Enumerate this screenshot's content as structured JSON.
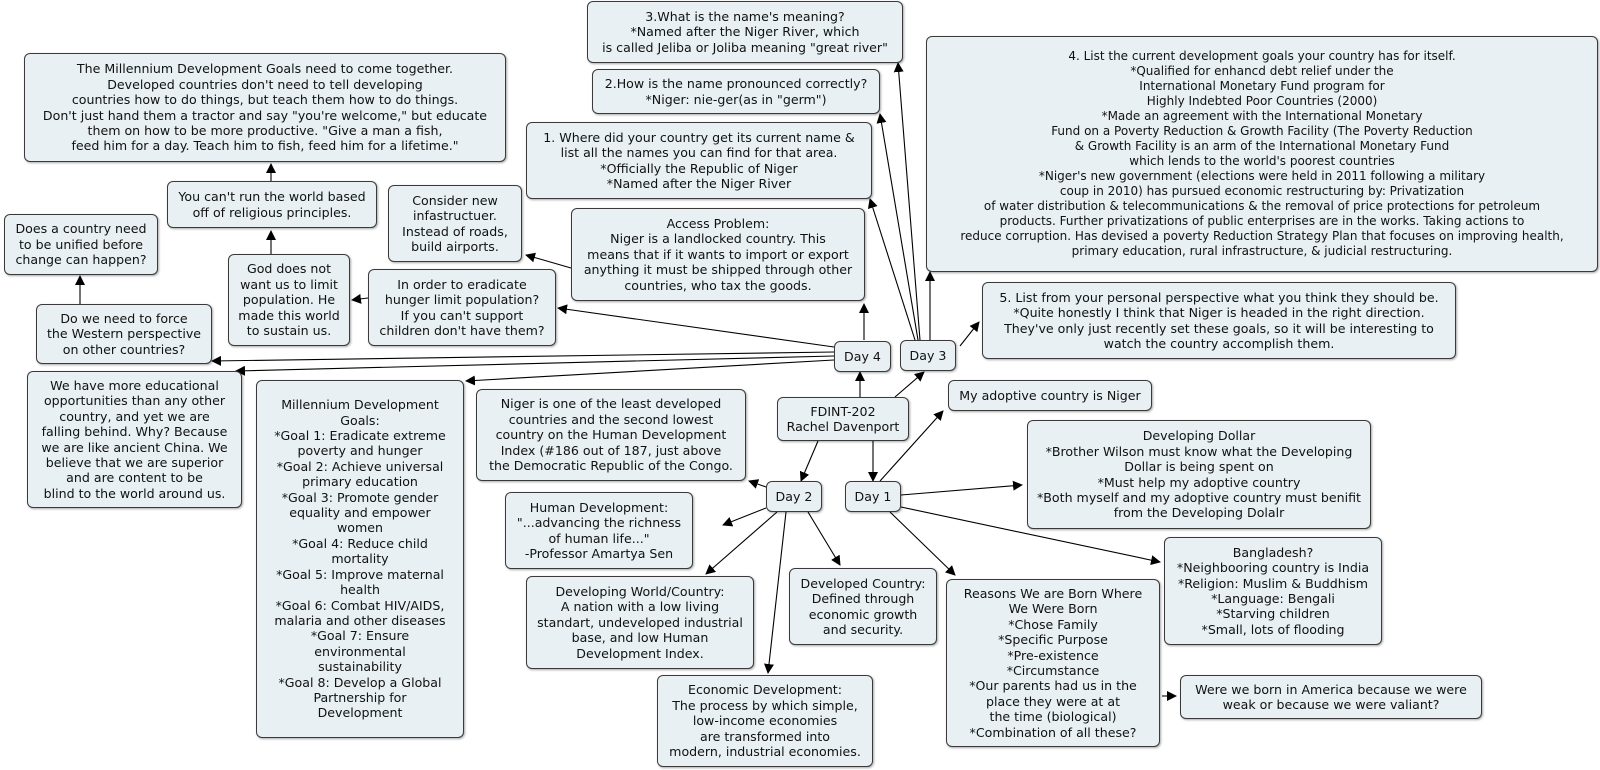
{
  "nodes": {
    "center": [
      "FDINT-202",
      "Rachel Davenport"
    ],
    "day1": [
      "Day 1"
    ],
    "day2": [
      "Day 2"
    ],
    "day3": [
      "Day 3"
    ],
    "day4": [
      "Day 4"
    ],
    "adoptive": [
      "My adoptive country is Niger"
    ],
    "developing_dollar": [
      "Developing Dollar",
      "*Brother Wilson must know what the Developing",
      "Dollar is being spent on",
      "*Must help my adoptive country",
      "*Both myself and my adoptive country must benifit",
      "from the Developing Dolalr"
    ],
    "bangladesh": [
      "Bangladesh?",
      "*Neighbooring country is India",
      "*Religion: Muslim & Buddhism",
      "*Language: Bengali",
      "*Starving children",
      "*Small, lots of flooding"
    ],
    "reasons": [
      "Reasons We are Born Where",
      "We Were Born",
      "*Chose Family",
      "*Specific Purpose",
      "*Pre-existence",
      "*Circumstance",
      "*Our parents had us in the",
      "place they were at at",
      "the time (biological)",
      "*Combination of all these?"
    ],
    "born_america": [
      "Were we born in America because we were",
      "weak or because we were valiant?"
    ],
    "niger_least": [
      "Niger is one of the least developed",
      "countries and the second lowest",
      "country on the Human Development",
      "Index (#186 out of 187, just above",
      "the Democratic Republic of the Congo."
    ],
    "human_dev": [
      "Human Development:",
      "\"...advancing the richness",
      "of human life...\"",
      "-Professor Amartya Sen"
    ],
    "developing_world": [
      "Developing World/Country:",
      "A nation with a low living",
      "standart, undeveloped industrial",
      "base, and low Human",
      "Development Index."
    ],
    "developed_country": [
      "Developed Country:",
      "Defined through",
      "economic growth",
      "and security."
    ],
    "economic_dev": [
      "Economic Development:",
      "The process by which simple,",
      "low-income economies",
      "are transformed into",
      "modern, industrial economies."
    ],
    "q1": [
      "1. Where did your country get its current name &",
      "list all the names you can find for that area.",
      "*Officially the Republic of Niger",
      "*Named after the Niger River"
    ],
    "q2": [
      "2.How is the name pronounced correctly?",
      "*Niger: nie-ger(as in \"germ\")"
    ],
    "q3": [
      "3.What is the name's meaning?",
      "*Named after the Niger River, which",
      "is called Jeliba or Joliba meaning \"great river\""
    ],
    "q4": [
      "4. List the current development goals your country has for itself.",
      "*Qualified for enhancd debt relief under the",
      "International Monetary Fund program for",
      "Highly Indebted Poor Countries (2000)",
      "*Made an agreement with the International Monetary",
      "Fund on a Poverty Reduction & Growth Facility (The Poverty Reduction",
      "& Growth Facility is an arm of the International Monetary Fund",
      "which lends to the world's poorest countries",
      "*Niger's new government (elections were held in 2011 following a military",
      "coup in 2010) has pursued economic restructuring by: Privatization",
      "of water distribution & telecommunications & the removal of price protections for petroleum",
      "products. Further privatizations of public enterprises are in the works. Taking actions to",
      "reduce corruption. Has devised a poverty Reduction Strategy Plan that focuses on improving health,",
      "primary education, rural infrastructure, & judicial restructuring."
    ],
    "q5": [
      "5. List from your personal perspective what you think they should be.",
      "*Quite honestly I think that Niger is headed in the right direction.",
      "They've only just recently set these goals, so it will be interesting to",
      "watch the country accomplish them."
    ],
    "access": [
      "Access Problem:",
      "Niger is a landlocked country. This",
      "means that if it wants to import or export",
      "anything it must be shipped through other",
      "countries, who tax the goods."
    ],
    "infra": [
      "Consider new",
      "infastructuer.",
      "Instead of roads,",
      "build airports."
    ],
    "hunger": [
      "In order to eradicate",
      "hunger limit population?",
      "If you can't support",
      "children don't have them?"
    ],
    "god": [
      "God does not",
      "want us to limit",
      "population. He",
      "made this world",
      "to sustain us."
    ],
    "religious": [
      "You can't run the world based",
      "off of religious principles."
    ],
    "mdg_together": [
      "The Millennium Development Goals need to come together.",
      "Developed countries don't need to tell developing",
      "countries how to do things, but teach them how to do things.",
      "Don't just hand them a tractor and say \"you're welcome,\" but educate",
      "them on how to be more productive. \"Give a man a fish,",
      "feed him for a day. Teach him to fish, feed him for a lifetime.\""
    ],
    "unified": [
      "Does a country need",
      "to be unified before",
      "change can happen?"
    ],
    "force_western": [
      "Do we need to force",
      "the Western perspective",
      "on other countries?"
    ],
    "educational": [
      "We have more educational",
      "opportunities than any other",
      "country, and yet we are",
      "falling behind. Why? Because",
      "we are like ancient China. We",
      "believe that we are superior",
      "and are content to be",
      "blind to the world around us."
    ],
    "mdg_goals": [
      "Millennium Development",
      "Goals:",
      "*Goal 1: Eradicate extreme",
      "poverty and hunger",
      "*Goal 2: Achieve universal",
      "primary education",
      "*Goal 3: Promote gender",
      "equality and empower",
      "women",
      "*Goal 4: Reduce child",
      "mortality",
      "*Goal 5: Improve maternal",
      "health",
      "*Goal 6: Combat HIV/AIDS,",
      "malaria and other diseases",
      "*Goal 7: Ensure",
      "environmental",
      "sustainability",
      "*Goal 8: Develop a Global",
      "Partnership for",
      "Development"
    ]
  }
}
